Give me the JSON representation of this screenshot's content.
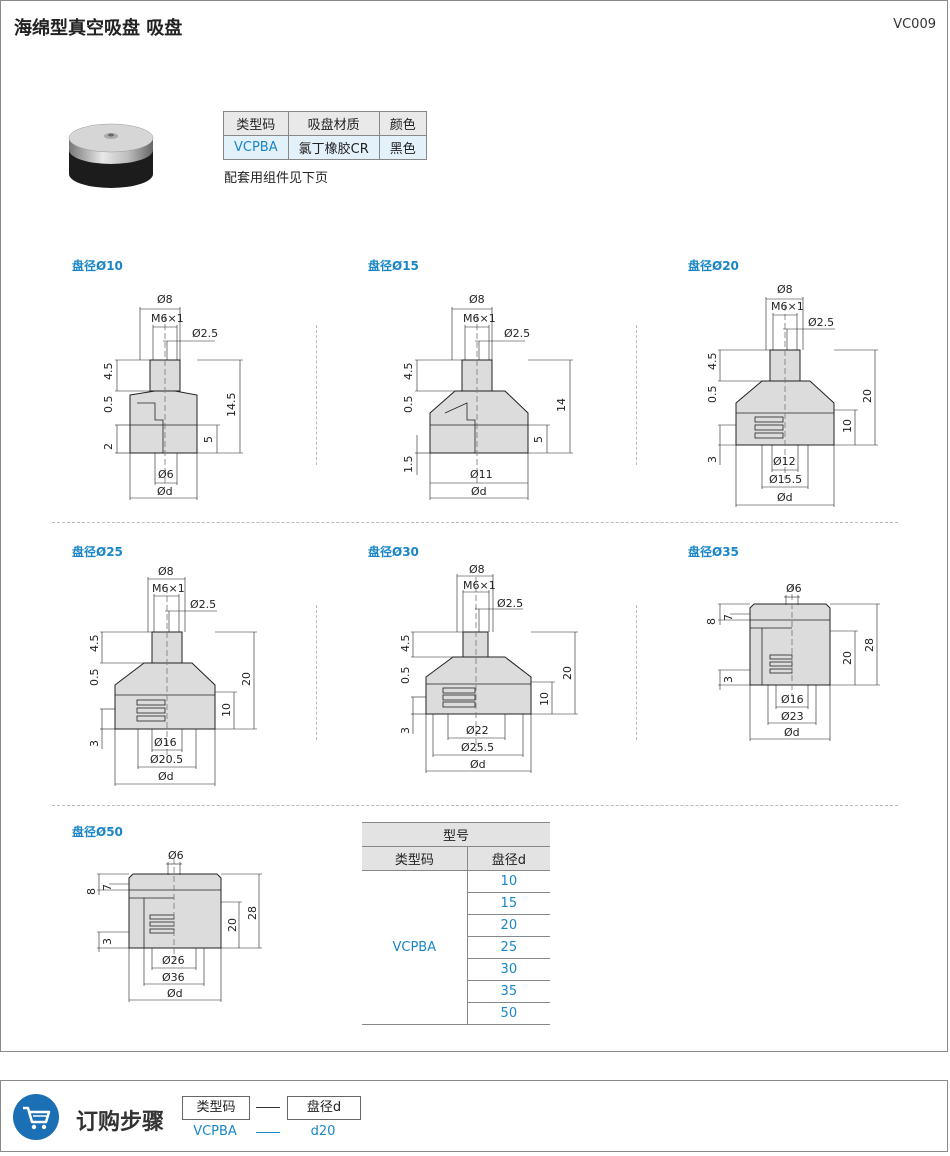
{
  "header": {
    "title": "海绵型真空吸盘  吸盘",
    "code": "VC009"
  },
  "spec_table": {
    "headers": [
      "类型码",
      "吸盘材质",
      "颜色"
    ],
    "row": [
      "VCPBA",
      "氯丁橡胶CR",
      "黑色"
    ]
  },
  "note": "配套用组件见下页",
  "diagrams": [
    {
      "label": "盘径Ø10",
      "dims": [
        "Ø8",
        "M6×1",
        "Ø2.5",
        "4.5",
        "0.5",
        "2",
        "14.5",
        "5",
        "Ø6",
        "Ød"
      ]
    },
    {
      "label": "盘径Ø15",
      "dims": [
        "Ø8",
        "M6×1",
        "Ø2.5",
        "4.5",
        "0.5",
        "1.5",
        "14",
        "5",
        "Ø11",
        "Ød"
      ]
    },
    {
      "label": "盘径Ø20",
      "dims": [
        "Ø8",
        "M6×1",
        "Ø2.5",
        "4.5",
        "0.5",
        "3",
        "20",
        "10",
        "Ø12",
        "Ø15.5",
        "Ød"
      ]
    },
    {
      "label": "盘径Ø25",
      "dims": [
        "Ø8",
        "M6×1",
        "Ø2.5",
        "4.5",
        "0.5",
        "3",
        "20",
        "10",
        "Ø16",
        "Ø20.5",
        "Ød"
      ]
    },
    {
      "label": "盘径Ø30",
      "dims": [
        "Ø8",
        "M6×1",
        "Ø2.5",
        "4.5",
        "0.5",
        "3",
        "20",
        "10",
        "Ø22",
        "Ø25.5",
        "Ød"
      ]
    },
    {
      "label": "盘径Ø35",
      "dims": [
        "Ø6",
        "8",
        "7",
        "3",
        "20",
        "28",
        "Ø16",
        "Ø23",
        "Ød"
      ]
    },
    {
      "label": "盘径Ø50",
      "dims": [
        "Ø6",
        "8",
        "7",
        "3",
        "20",
        "28",
        "Ø26",
        "Ø36",
        "Ød"
      ]
    }
  ],
  "model_table": {
    "group_header": "型号",
    "headers": [
      "类型码",
      "盘径d"
    ],
    "type_code": "VCPBA",
    "diameters": [
      "10",
      "15",
      "20",
      "25",
      "30",
      "35",
      "50"
    ]
  },
  "order": {
    "title": "订购步骤",
    "boxes": [
      "类型码",
      "盘径d"
    ],
    "values": [
      "VCPBA",
      "d20"
    ]
  },
  "colors": {
    "accent": "#1a86c8",
    "cart_bg": "#1a6fb5",
    "table_highlight": "#e3f1fb"
  }
}
